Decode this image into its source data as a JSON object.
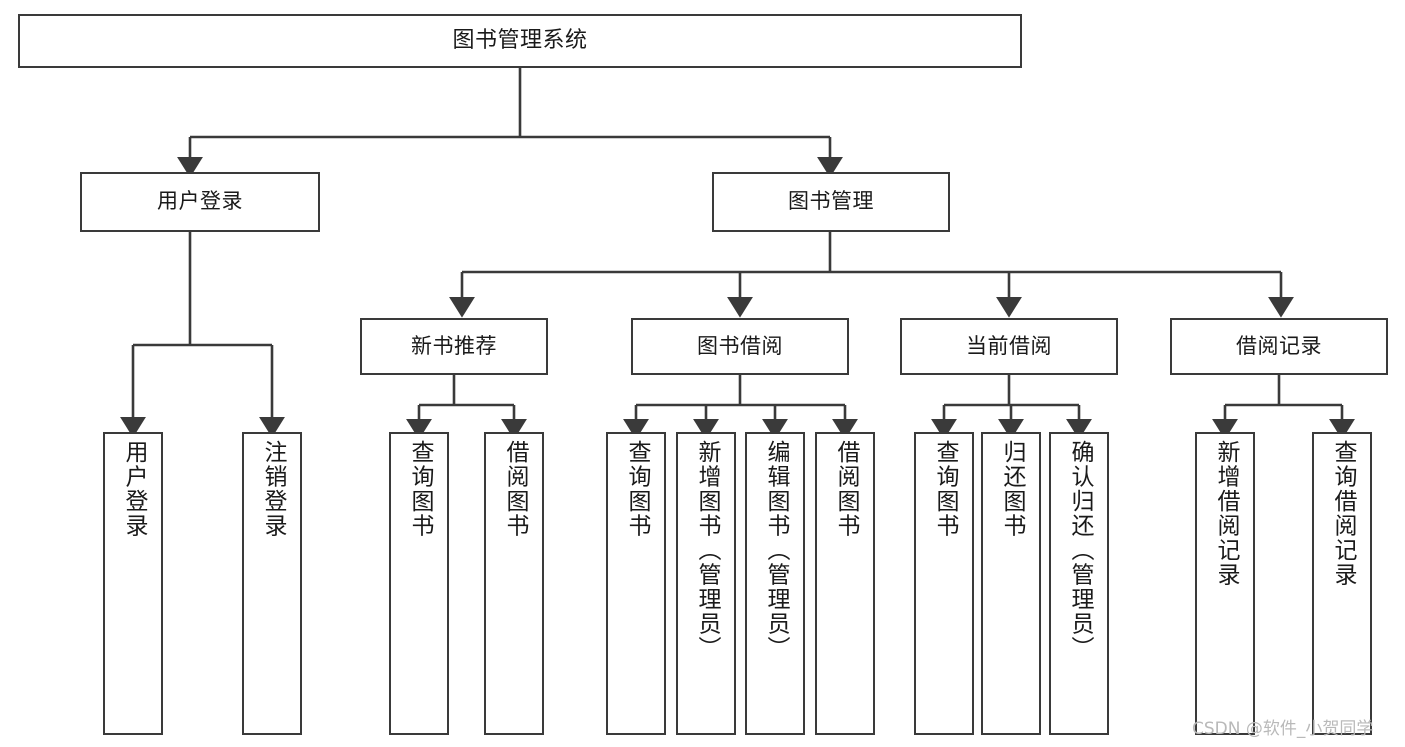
{
  "diagram": {
    "title": "图书管理系统",
    "watermark": "CSDN @软件_小贺同学",
    "colors": {
      "line": "#3a3a3a",
      "box_fill": "#ffffff",
      "text": "#1a1a1a",
      "watermark": "#b9b9b9",
      "background": "#ffffff"
    },
    "nodes": {
      "root": {
        "label": "图书管理系统"
      },
      "level2": [
        {
          "label": "用户登录"
        },
        {
          "label": "图书管理"
        }
      ],
      "level3": [
        {
          "label": "新书推荐"
        },
        {
          "label": "图书借阅"
        },
        {
          "label": "当前借阅"
        },
        {
          "label": "借阅记录"
        }
      ],
      "leaves": {
        "user_login": [
          {
            "label": "用户登录"
          },
          {
            "label": "注销登录"
          }
        ],
        "new_book": [
          {
            "label": "查询图书"
          },
          {
            "label": "借阅图书"
          }
        ],
        "book_borrow": [
          {
            "label": "查询图书"
          },
          {
            "label": "新增图书（管理员）"
          },
          {
            "label": "编辑图书（管理员）"
          },
          {
            "label": "借阅图书"
          }
        ],
        "current_borrow": [
          {
            "label": "查询图书"
          },
          {
            "label": "归还图书"
          },
          {
            "label": "确认归还（管理员）"
          }
        ],
        "borrow_record": [
          {
            "label": "新增借阅记录"
          },
          {
            "label": "查询借阅记录"
          }
        ]
      }
    }
  }
}
